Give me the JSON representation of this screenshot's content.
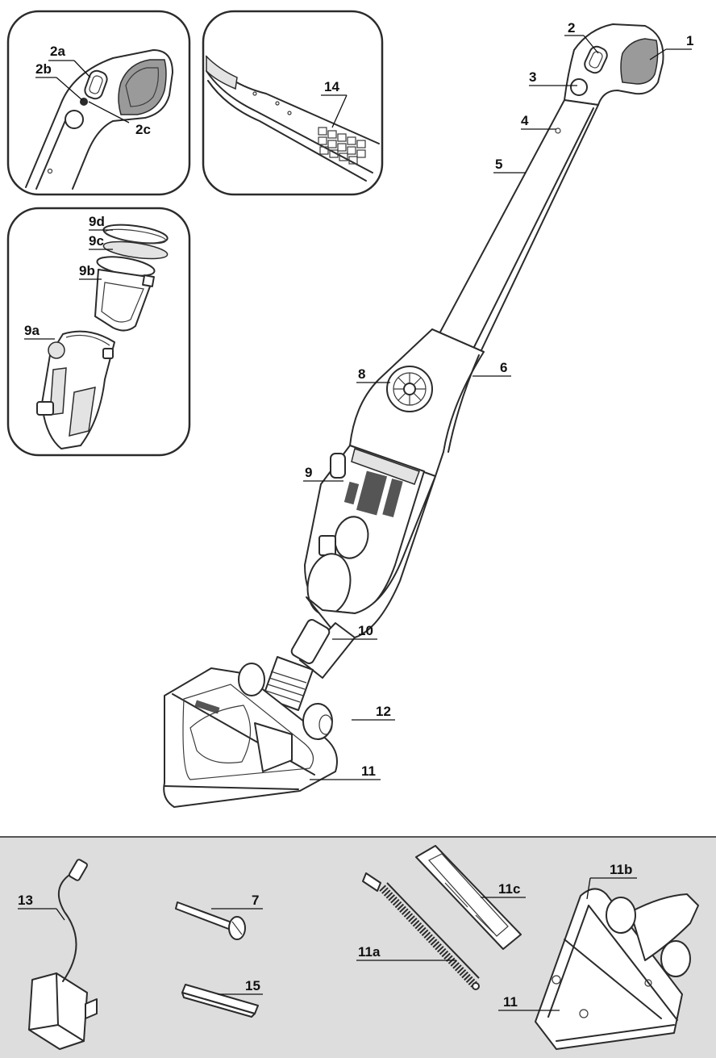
{
  "colors": {
    "line": "#2b2b2b",
    "accessory_band": "#dddddd",
    "band_border": "#555555",
    "part_grey": "#9a9a9a"
  },
  "callouts": {
    "c1": "1",
    "c2": "2",
    "c3": "3",
    "c4": "4",
    "c5": "5",
    "c6": "6",
    "c7": "7",
    "c8": "8",
    "c9": "9",
    "c10": "10",
    "c11": "11",
    "c12": "12",
    "c13": "13",
    "c14": "14",
    "c15": "15",
    "c2a": "2a",
    "c2b": "2b",
    "c2c": "2c",
    "c9a": "9a",
    "c9b": "9b",
    "c9c": "9c",
    "c9d": "9d",
    "c11a": "11a",
    "c11b": "11b",
    "c11c": "11c",
    "c11_acc": "11"
  }
}
